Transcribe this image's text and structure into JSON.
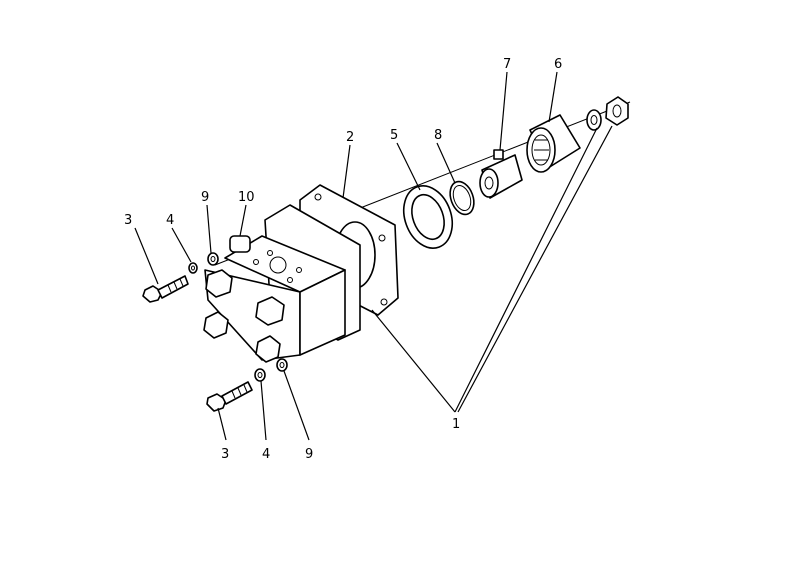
{
  "diagram": {
    "callouts": [
      {
        "id": "c3a",
        "text": "3"
      },
      {
        "id": "c4a",
        "text": "4"
      },
      {
        "id": "c9a",
        "text": "9"
      },
      {
        "id": "c10",
        "text": "10"
      },
      {
        "id": "c2",
        "text": "2"
      },
      {
        "id": "c5",
        "text": "5"
      },
      {
        "id": "c8",
        "text": "8"
      },
      {
        "id": "c7",
        "text": "7"
      },
      {
        "id": "c6",
        "text": "6"
      },
      {
        "id": "c3b",
        "text": "3"
      },
      {
        "id": "c4b",
        "text": "4"
      },
      {
        "id": "c9b",
        "text": "9"
      },
      {
        "id": "c1",
        "text": "1"
      }
    ]
  }
}
